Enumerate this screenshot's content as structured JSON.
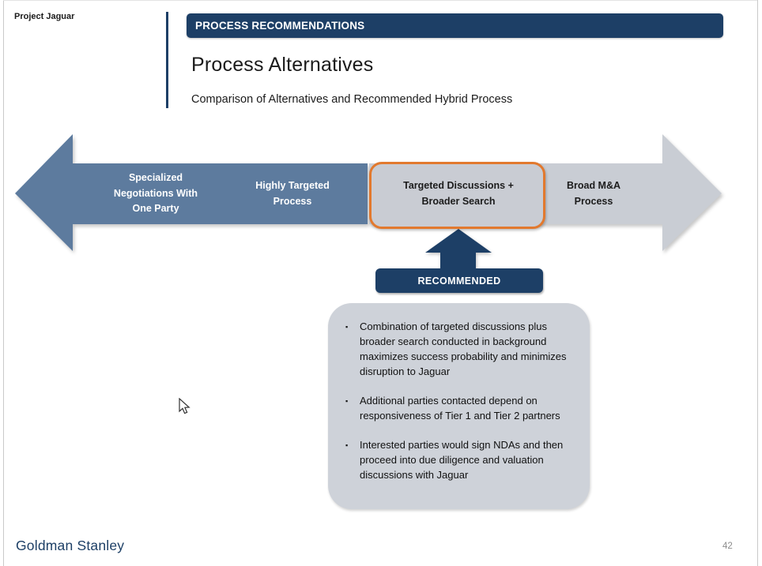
{
  "slide": {
    "project_label": "Project Jaguar",
    "header_kicker": "PROCESS RECOMMENDATIONS",
    "title": "Process Alternatives",
    "subtitle": "Comparison of Alternatives and Recommended Hybrid Process",
    "footer_brand": "Goldman Stanley",
    "page_number": "42"
  },
  "spectrum": {
    "segments": [
      {
        "label": "Specialized Negotiations With One Party",
        "style": "blue",
        "highlighted": false
      },
      {
        "label": "Highly Targeted Process",
        "style": "blue",
        "highlighted": false
      },
      {
        "label": "Targeted Discussions + Broader Search",
        "style": "gray",
        "highlighted": true
      },
      {
        "label": "Broad M&A Process",
        "style": "gray",
        "highlighted": false
      }
    ],
    "recommended_label": "RECOMMENDED"
  },
  "recommendation_notes": {
    "marker": "▪",
    "bullets": [
      "Combination of targeted discussions plus broader search conducted in background maximizes success probability and minimizes disruption to Jaguar",
      "Additional parties contacted depend on responsiveness of Tier 1 and Tier 2 partners",
      "Interested parties would sign NDAs and then proceed into due diligence and valuation discussions with Jaguar"
    ]
  },
  "colors": {
    "navy": "#1d3f66",
    "steel_blue": "#5d7b9e",
    "arrow_gray": "#c9cdd4",
    "note_box_gray": "#ced2d9",
    "highlight_orange": "#e2792e"
  }
}
